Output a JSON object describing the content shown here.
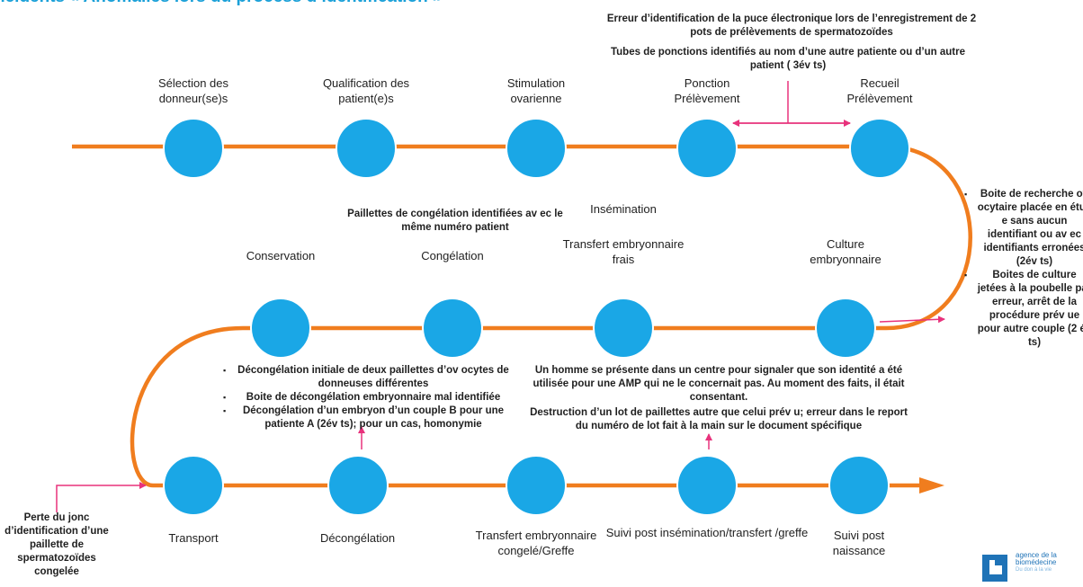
{
  "title": "ncidents « Anomalies lors du process d’identification »",
  "stages": {
    "s1": "Sélection des donneur(se)s",
    "s2": "Qualification des patient(e)s",
    "s3": "Stimulation ovarienne",
    "s4": "Ponction Prélèvement",
    "s5": "Recueil Prélèvement",
    "s6": "Culture embryonnaire",
    "s7": "Transfert embryonnaire frais",
    "s7b": "Insémination",
    "s8": "Congélation",
    "s9": "Conservation",
    "s10": "Transport",
    "s11": "Décongélation",
    "s12": "Transfert embryonnaire congelé/Greffe",
    "s13": "Suivi post insémination/transfert /greffe",
    "s14": "Suivi post naissance"
  },
  "notes": {
    "top_right_1": "Erreur d’identification de la puce électronique lors de l’enregistrement de 2 pots de prélèvements de spermatozoïdes",
    "top_right_2": "Tubes de ponctions identifiés au nom d’une autre patiente ou d’un autre patient ( 3év ts)",
    "freezing": "Paillettes de congélation identifiées av ec le même numéro patient",
    "right_1": "Boite de recherche ov ocytaire placée en étuv e sans aucun identifiant ou av ec identifiants erronées (2év ts)",
    "right_2": "Boites de culture jetées à la poubelle par erreur, arrêt de la procédure prév ue pour autre couple (2 év ts)",
    "thaw_1": "Décongélation initiale de deux paillettes d’ov ocytes de donneuses différentes",
    "thaw_2": "Boite de décongélation embryonnaire mal identifiée",
    "thaw_3": "Décongélation d’un embryon d’un couple B pour une patiente A (2év ts); pour un cas, homonymie",
    "center_1": "Un homme se présente dans un centre pour signaler que son identité a été utilisée pour une AMP qui ne le concernait pas. Au moment des faits, il était consentant.",
    "center_2": "Destruction d’un lot de paillettes autre que celui prév u; erreur dans le report du numéro de lot fait à la main sur le document spécifique",
    "transport": "Perte du jonc d’identification d’une paillette de spermatozoïdes congelée"
  },
  "logo": {
    "line1": "agence de la",
    "line2": "biomédecine",
    "line3": "Du don à la vie"
  },
  "colors": {
    "path": "#f07d1e",
    "node": "#1aa7e6",
    "title": "#1aa0d8",
    "arrow": "#e8327c",
    "logo": "#1f73b7"
  }
}
